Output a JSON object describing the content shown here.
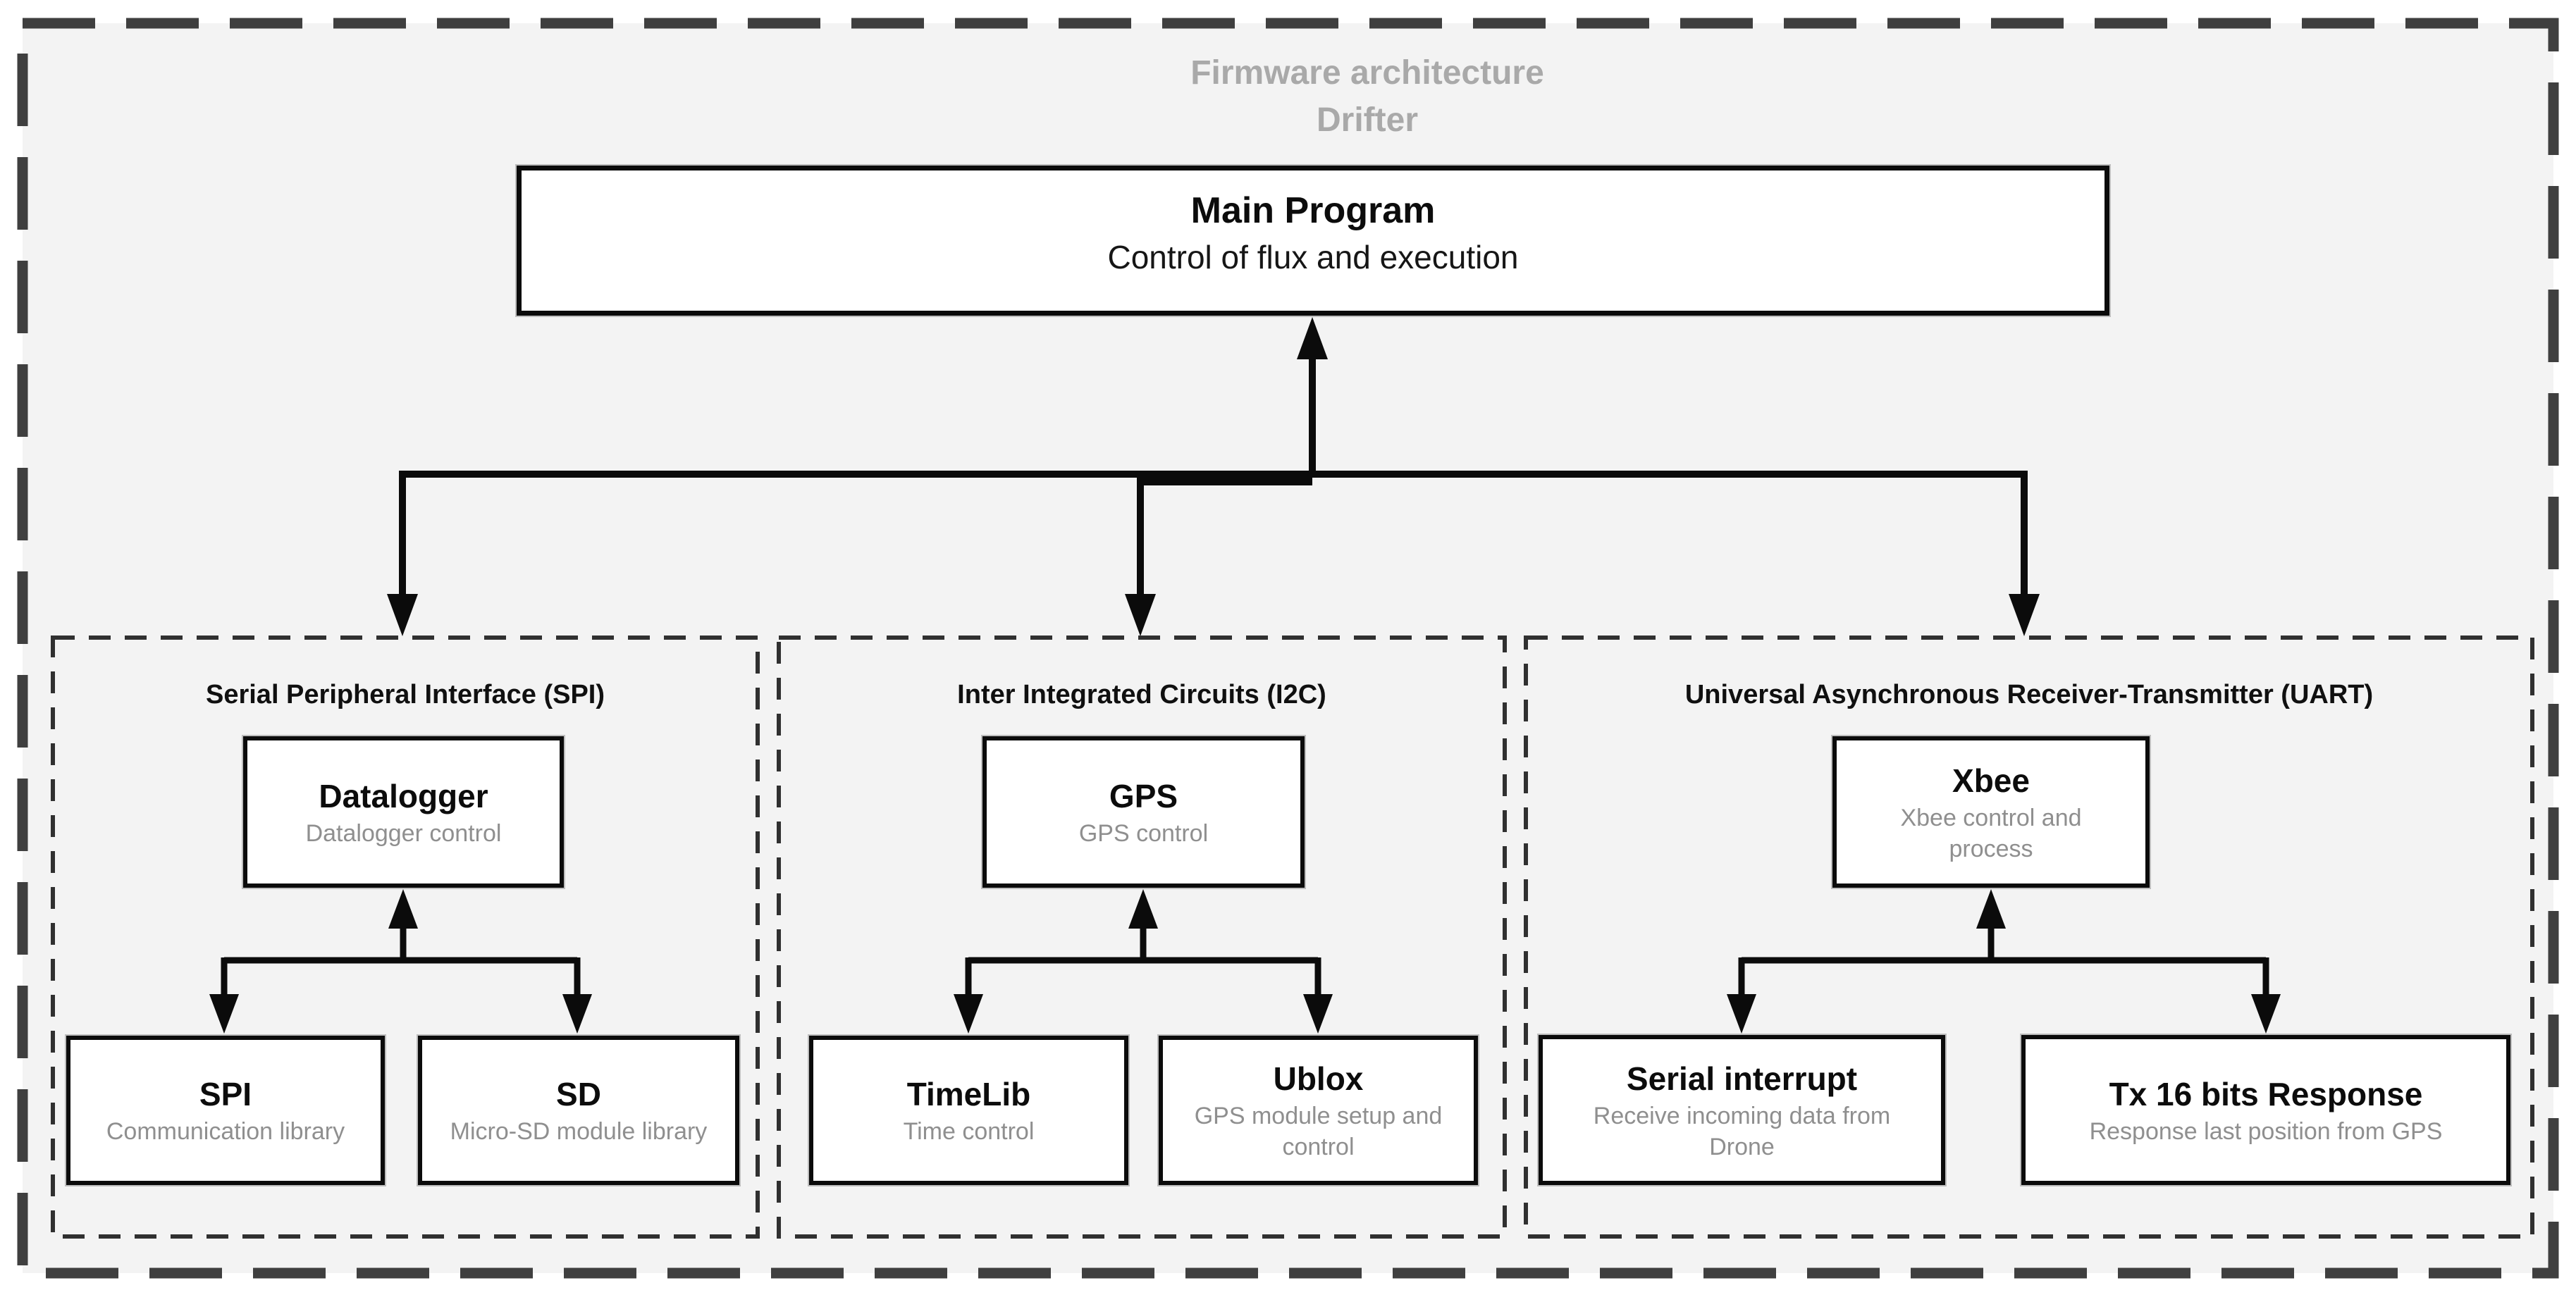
{
  "title": {
    "line1": "Firmware architecture",
    "line2": "Drifter"
  },
  "main_program": {
    "title": "Main Program",
    "subtitle": "Control of flux and execution"
  },
  "sections": [
    {
      "id": "spi",
      "title": "Serial Peripheral Interface (SPI)",
      "parent": {
        "title": "Datalogger",
        "subtitle": "Datalogger control"
      },
      "children": [
        {
          "title": "SPI",
          "subtitle": "Communication library"
        },
        {
          "title": "SD",
          "subtitle": "Micro-SD module library"
        }
      ]
    },
    {
      "id": "i2c",
      "title": "Inter Integrated Circuits (I2C)",
      "parent": {
        "title": "GPS",
        "subtitle": "GPS control"
      },
      "children": [
        {
          "title": "TimeLib",
          "subtitle": "Time control"
        },
        {
          "title": "Ublox",
          "subtitle": "GPS module setup and control"
        }
      ]
    },
    {
      "id": "uart",
      "title": "Universal Asynchronous Receiver-Transmitter (UART)",
      "parent": {
        "title": "Xbee",
        "subtitle": "Xbee control and process"
      },
      "children": [
        {
          "title": "Serial interrupt",
          "subtitle": "Receive incoming data from Drone"
        },
        {
          "title": "Tx 16 bits Response",
          "subtitle": "Response last position from GPS"
        }
      ]
    }
  ],
  "colors": {
    "inner_background": "#f3f3f3",
    "outer_dash": "#3f3f3f",
    "section_dash": "#303030",
    "connector": "#0b0b0b",
    "title_gray": "#a9a9a9",
    "subtext_gray": "#8f8f8f",
    "heading_black": "#0c0c0c"
  }
}
